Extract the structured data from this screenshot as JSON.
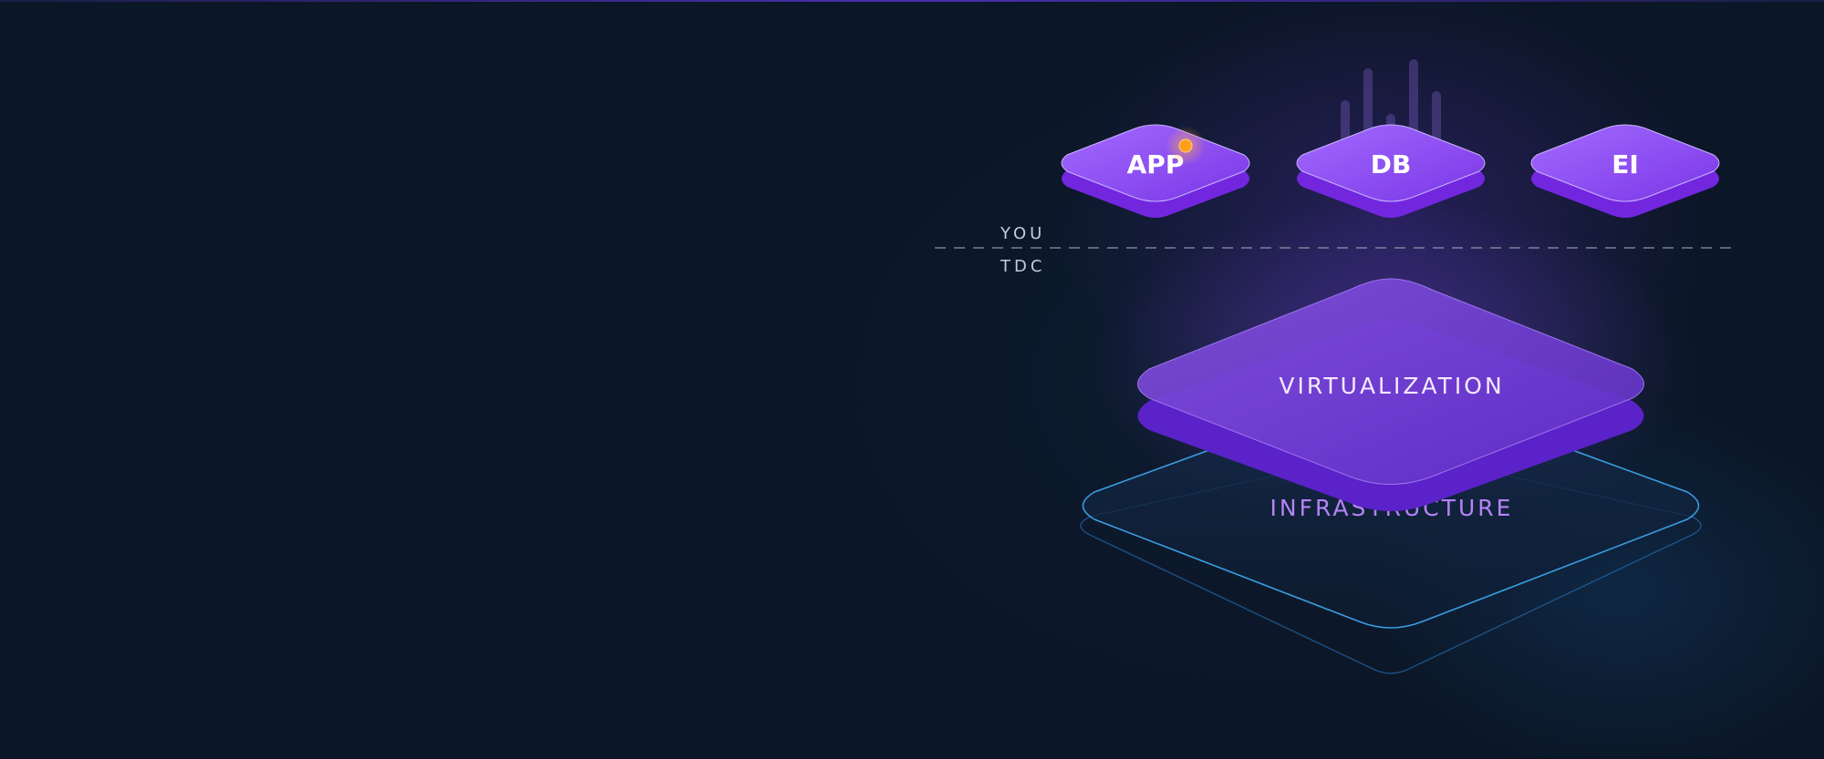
{
  "modules": [
    {
      "label": "APP",
      "status_dot": true
    },
    {
      "label": "DB",
      "status_dot": false
    },
    {
      "label": "EI",
      "status_dot": false
    }
  ],
  "boundary": {
    "upper_label": "YOU",
    "lower_label": "TDC"
  },
  "layers": {
    "virtualization": "VIRTUALIZATION",
    "infrastructure": "INFRASTRUCTURE"
  },
  "colors": {
    "background": "#0b1626",
    "module_fill": "#8b4ff0",
    "virtualization_fill": "#6d38d8",
    "infrastructure_stroke": "#3a9de0",
    "infrastructure_label": "#b583f5",
    "status_dot": "#ff9f1a",
    "zone_label": "#c6cbd6"
  },
  "icons": {
    "status_dot": "activity-dot-icon",
    "bars": "activity-bars-icon"
  }
}
